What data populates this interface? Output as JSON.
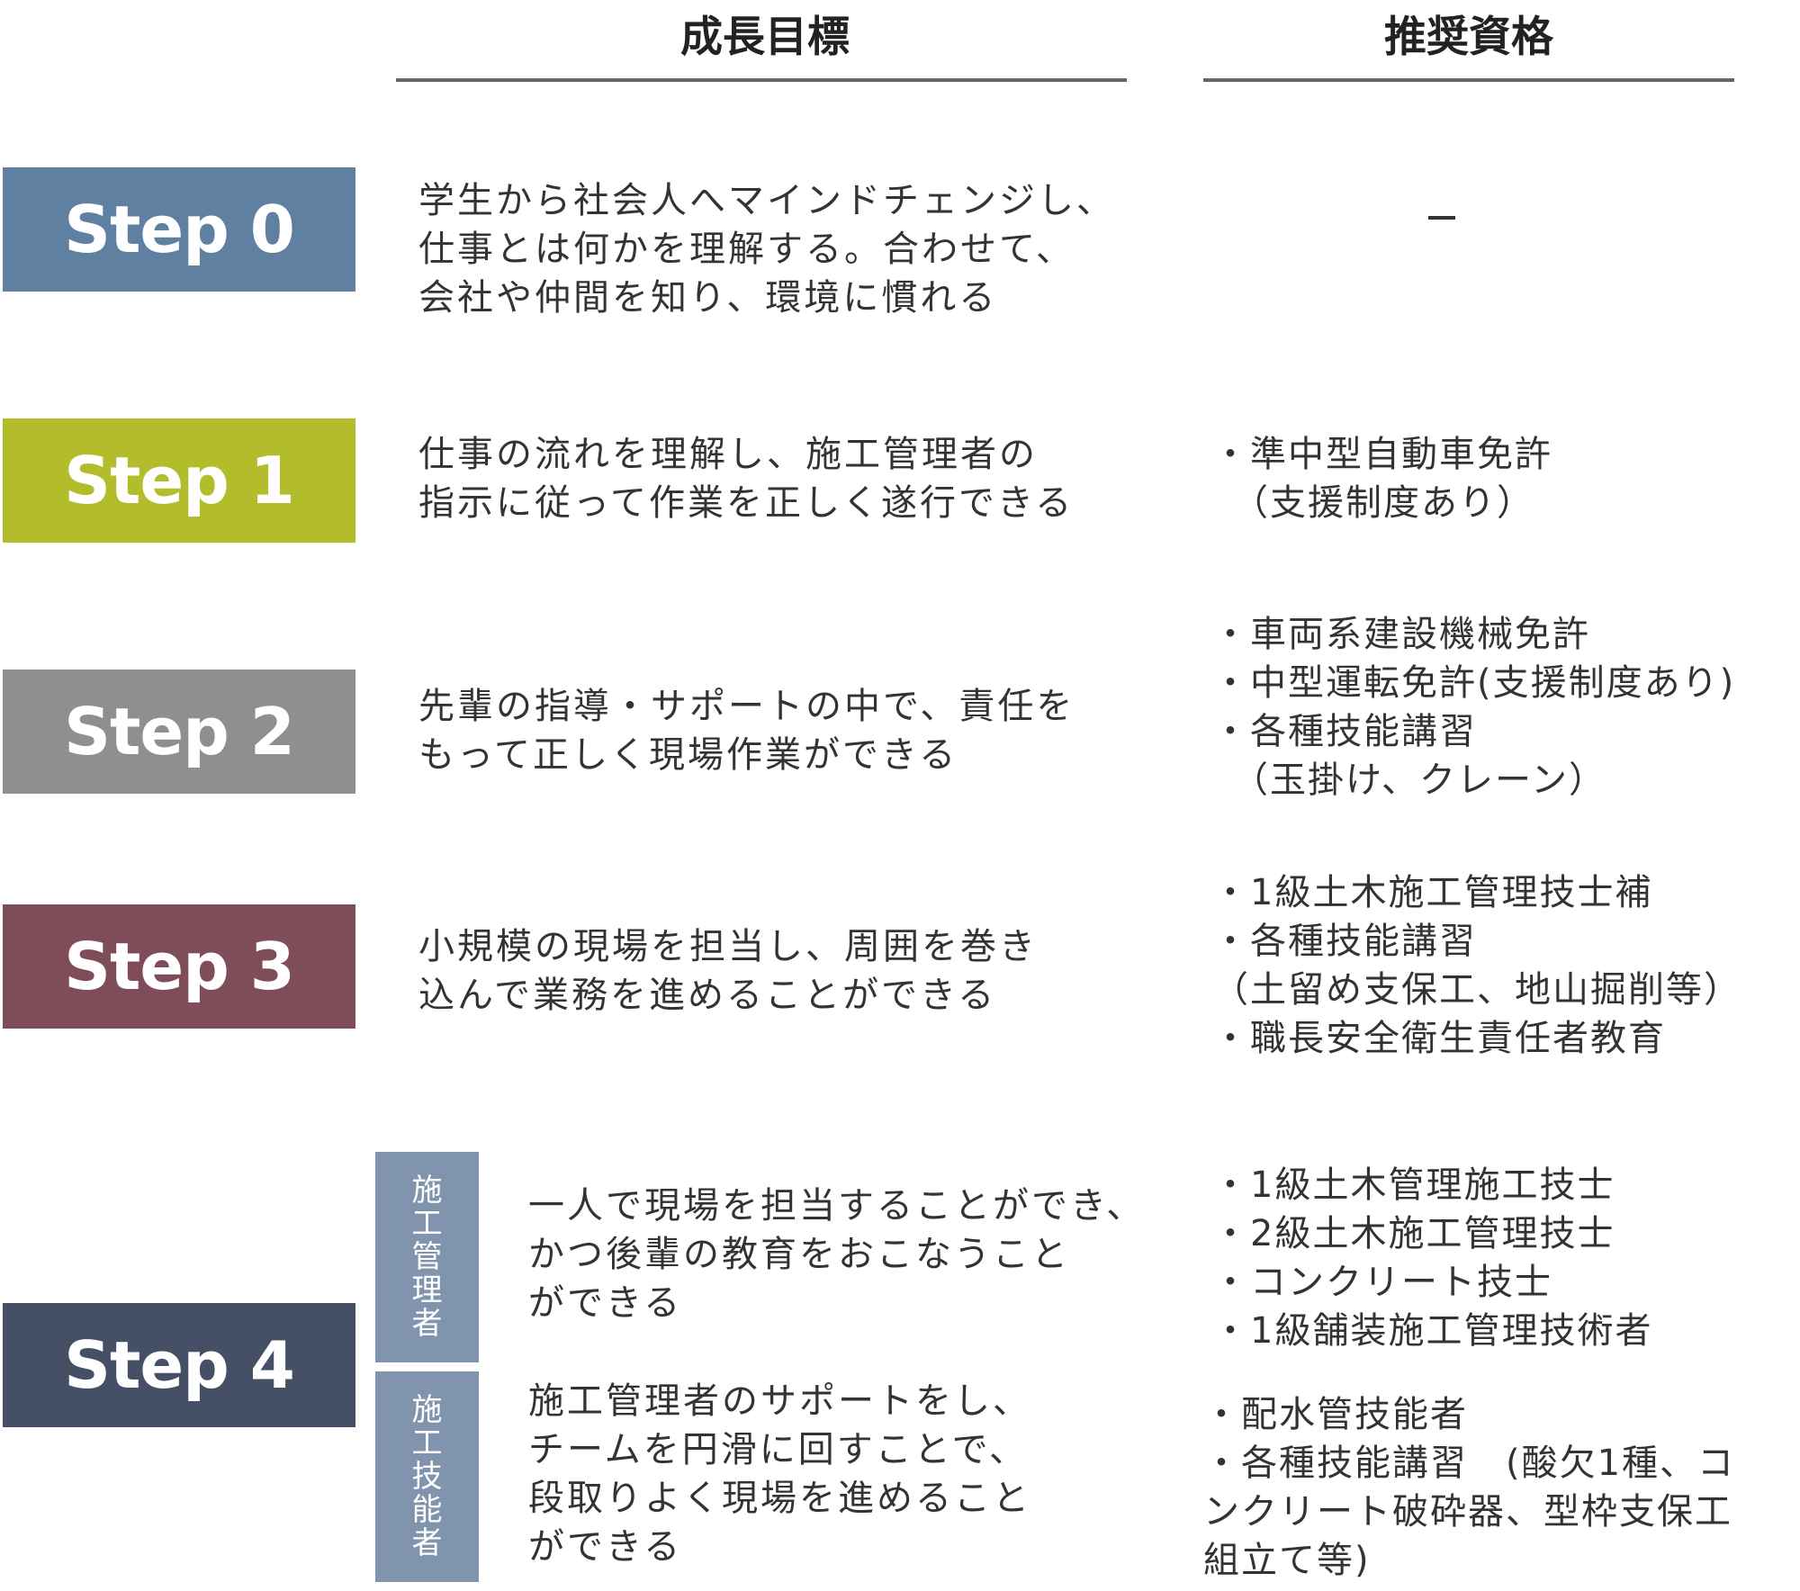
{
  "headers": {
    "goal": "成長目標",
    "qualification": "推奨資格"
  },
  "colors": {
    "step0": "#5f80a0",
    "step1": "#b3bd2c",
    "step2": "#8f8f8f",
    "step3": "#7f4c5a",
    "step4": "#455066",
    "vertical_label": "#8094ad"
  },
  "steps": [
    {
      "label": "Step 0",
      "goal": "学生から社会人へマインドチェンジし、\n仕事とは何かを理解する。合わせて、\n会社や仲間を知り、環境に慣れる",
      "qualification": "ー"
    },
    {
      "label": "Step 1",
      "goal": "仕事の流れを理解し、施工管理者の\n指示に従って作業を正しく遂行できる",
      "qualification": "・準中型自動車免許\n　（支援制度あり）"
    },
    {
      "label": "Step 2",
      "goal": "先輩の指導・サポートの中で、責任を\nもって正しく現場作業ができる",
      "qualification": "・車両系建設機械免許\n・中型運転免許(支援制度あり)\n・各種技能講習\n　（玉掛け、クレーン）"
    },
    {
      "label": "Step 3",
      "goal": "小規模の現場を担当し、周囲を巻き\n込んで業務を進めることができる",
      "qualification": "・1級土木施工管理技士補\n・各種技能講習\n（土留め支保工、地山掘削等）\n・職長安全衛生責任者教育"
    },
    {
      "label": "Step 4",
      "tracks": [
        {
          "role": "施工管理者",
          "goal": "一人で現場を担当することができ、\nかつ後輩の教育をおこなうこと\nができる",
          "qualification": "・1級土木管理施工技士\n・2級土木施工管理技士\n・コンクリート技士\n・1級舗装施工管理技術者"
        },
        {
          "role": "施工技能者",
          "goal": "施工管理者のサポートをし、\nチームを円滑に回すことで、\n段取りよく現場を進めること\nができる",
          "qualification": "・配水管技能者\n・各種技能講習　(酸欠1種、コ\nンクリート破砕器、型枠支保工\n組立て等)"
        }
      ]
    }
  ]
}
